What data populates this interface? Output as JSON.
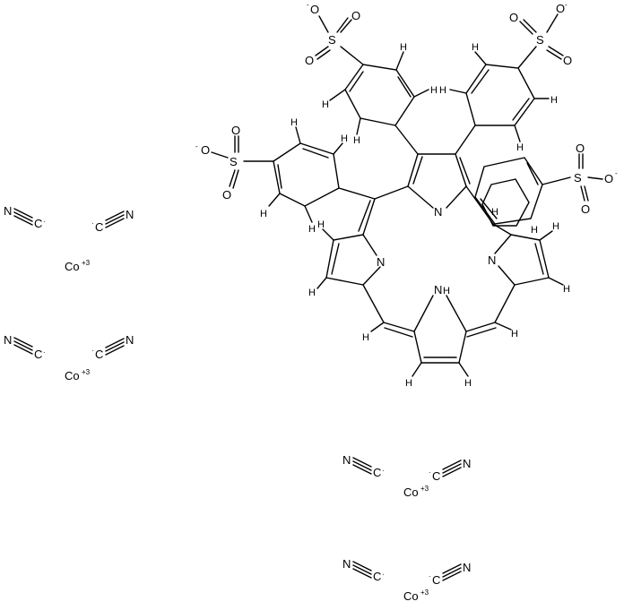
{
  "molecule": {
    "atom_labels": {
      "sulfur": "S",
      "oxygen": "O",
      "nitrogen": "N",
      "hydrogen": "H",
      "ring_nh": "H",
      "carbon": "C",
      "cobalt": "Co",
      "anion_mark": "-",
      "radical_mark": "·",
      "cobalt_charge": "+3"
    },
    "sulfonate_groups": 4,
    "cyanide_groups": 8,
    "cobalt_ions": 4
  }
}
